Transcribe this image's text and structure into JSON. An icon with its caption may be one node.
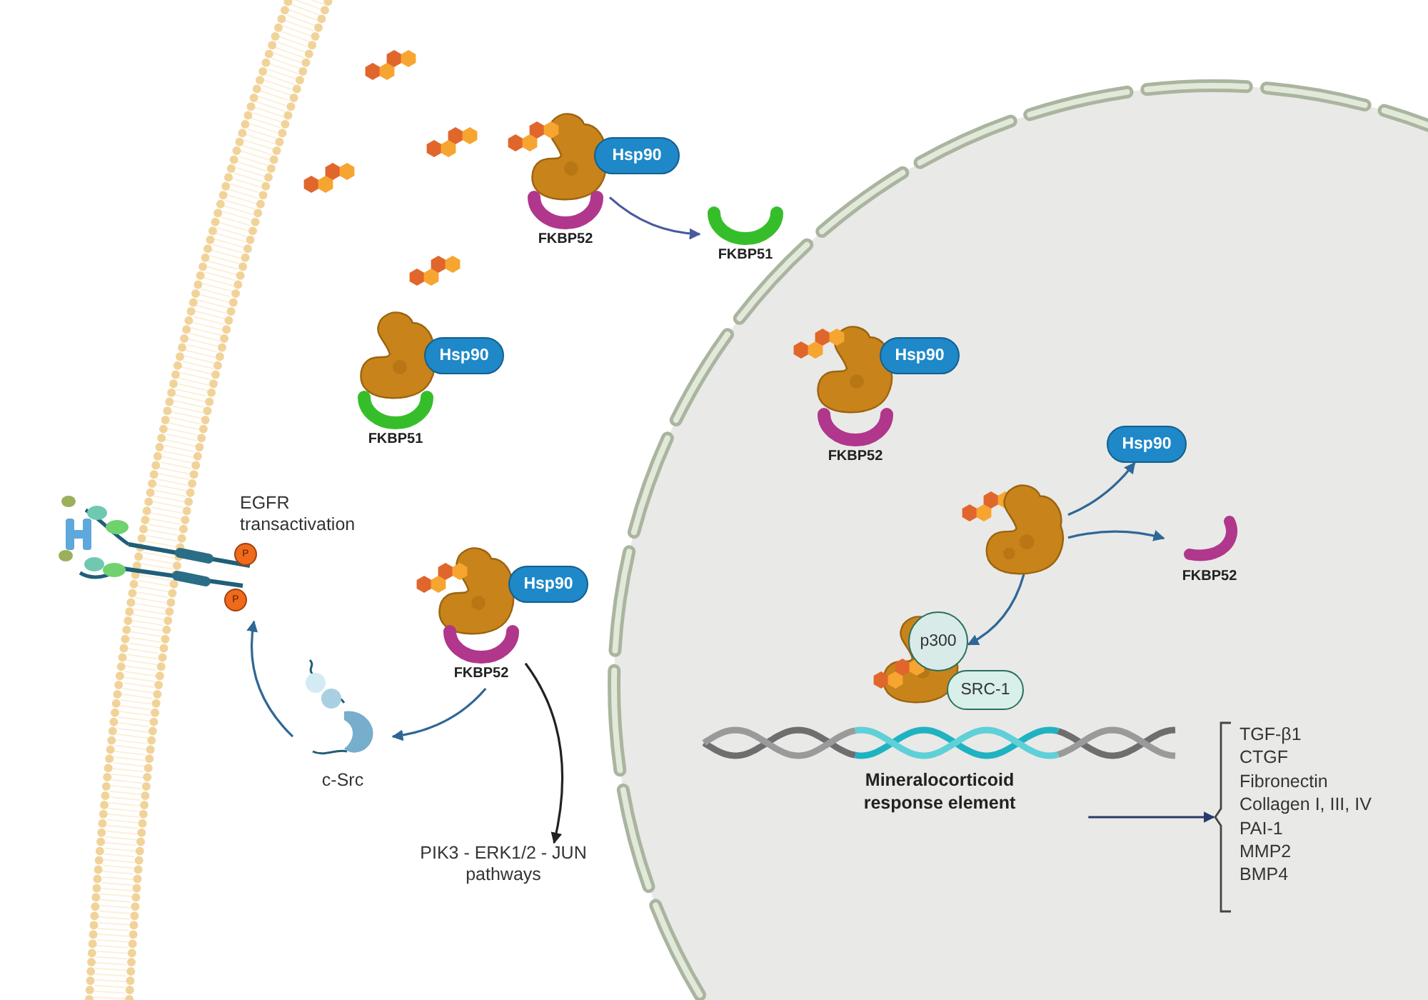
{
  "diagram": {
    "nodes": [
      {
        "text": [
          "Hsp90"
        ]
      },
      {
        "text": [
          "FKBP52"
        ]
      },
      {
        "text": [
          "FKBP51"
        ]
      },
      {
        "text": [
          "Hsp90"
        ]
      },
      {
        "text": [
          "FKBP51"
        ]
      },
      {
        "text": [
          "EGFR transactivation"
        ]
      },
      {
        "text": [
          "Hsp90"
        ]
      },
      {
        "text": [
          "FKBP52"
        ]
      },
      {
        "text": [
          "c-Src"
        ]
      },
      {
        "text": [
          "PIK3 - ERK1/2 - JUN pathways"
        ]
      },
      {
        "text": [
          "Hsp90"
        ]
      },
      {
        "text": [
          "FKBP52"
        ]
      },
      {
        "text": [],
        "shape": "picture"
      },
      {
        "text": [
          "Hsp90"
        ]
      },
      {
        "text": [
          "FKBP52"
        ]
      },
      {
        "text": [
          "p300"
        ]
      },
      {
        "text": [
          "SRC-1"
        ]
      },
      {
        "text": [
          "Mineralocorticoid response element"
        ]
      },
      {
        "text": [
          "TGF-β1",
          "CTGF",
          "Fibronectin",
          "Collagen I, III, IV",
          "PAI-1",
          "MMP2",
          "BMP4"
        ]
      }
    ],
    "edges": [
      {
        "from": 1,
        "to": 2,
        "arrow": "to",
        "color": "#4a5a9c"
      },
      {
        "from": 7,
        "to": 8,
        "arrow": "to"
      },
      {
        "from": 8,
        "to": 5,
        "arrow": "to"
      },
      {
        "from": 7,
        "to": 9,
        "arrow": "to",
        "color": "#222222"
      },
      {
        "from": 12,
        "to": 13,
        "arrow": "to"
      },
      {
        "from": 12,
        "to": 14,
        "arrow": "to"
      },
      {
        "from": 12,
        "to": 15,
        "arrow": "to"
      },
      {
        "from": 17,
        "to": 18,
        "arrow": "to",
        "color": "#2a3a6a"
      }
    ],
    "labels": [
      "P",
      "P"
    ]
  }
}
